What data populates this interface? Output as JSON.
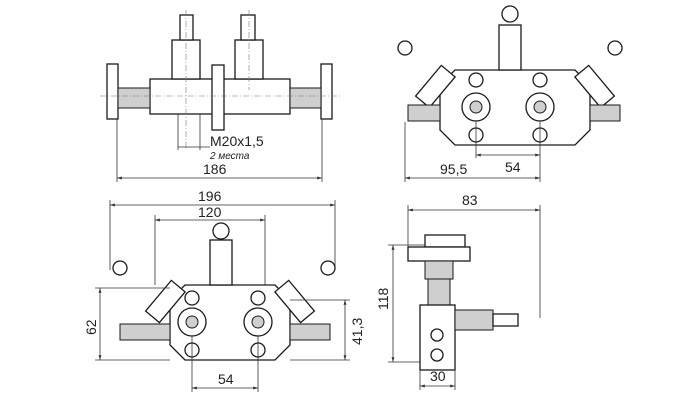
{
  "view_front": {
    "thread_label": "M20x1,5",
    "thread_note": "2 места",
    "width_dim": "186"
  },
  "view_top_right": {
    "offset_dim": "95,5",
    "port_spacing_dim": "54"
  },
  "view_bottom_left": {
    "overall_width_dim": "196",
    "body_width_dim": "120",
    "height_dim": "62",
    "port_height_dim": "41,3",
    "port_spacing_dim": "54"
  },
  "view_side": {
    "depth_dim": "83",
    "height_dim": "118",
    "body_width_dim": "30"
  }
}
